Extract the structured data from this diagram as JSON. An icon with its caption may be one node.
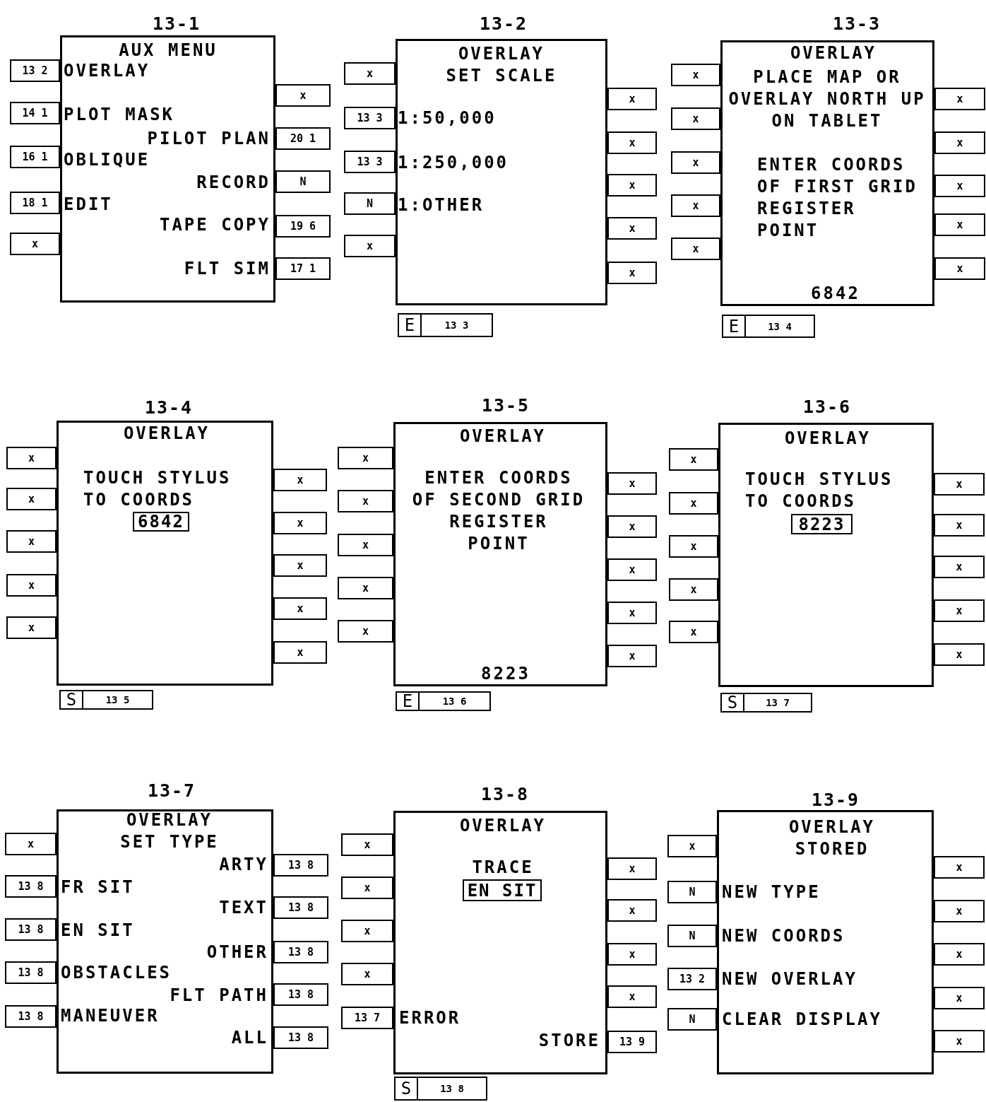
{
  "diagram": {
    "nodes": [
      {
        "text": [
          "13-1",
          "AUX MENU",
          "OVERLAY",
          "PLOT MASK",
          "PILOT PLAN",
          "OBLIQUE",
          "RECORD",
          "EDIT",
          "TAPE COPY",
          "FLT SIM"
        ]
      },
      {
        "text": [
          "13 2"
        ]
      },
      {
        "text": [
          "14 1"
        ]
      },
      {
        "text": [
          "16 1"
        ]
      },
      {
        "text": [
          "18 1"
        ]
      },
      {
        "text": [
          "x"
        ]
      },
      {
        "text": [
          "x"
        ]
      },
      {
        "text": [
          "20 1"
        ]
      },
      {
        "text": [
          "N"
        ]
      },
      {
        "text": [
          "19 6"
        ]
      },
      {
        "text": [
          "17 1"
        ]
      },
      {
        "text": [
          "13-2",
          "OVERLAY SET SCALE",
          "1:50,000",
          "1:250,000",
          "1:OTHER"
        ]
      },
      {
        "text": [
          "x"
        ]
      },
      {
        "text": [
          "13 3"
        ]
      },
      {
        "text": [
          "13 3"
        ]
      },
      {
        "text": [
          "N"
        ]
      },
      {
        "text": [
          "x"
        ]
      },
      {
        "text": [
          "x"
        ]
      },
      {
        "text": [
          "x"
        ]
      },
      {
        "text": [
          "x"
        ]
      },
      {
        "text": [
          "x"
        ]
      },
      {
        "text": [
          "x"
        ]
      },
      {
        "text": [
          "E",
          "13 3"
        ]
      },
      {
        "text": [
          "13-3",
          "OVERLAY",
          "PLACE MAP OR OVERLAY NORTH UP ON TABLET",
          "ENTER COORDS OF FIRST GRID REGISTER POINT",
          "6842"
        ]
      },
      {
        "text": [
          "x"
        ]
      },
      {
        "text": [
          "x"
        ]
      },
      {
        "text": [
          "x"
        ]
      },
      {
        "text": [
          "x"
        ]
      },
      {
        "text": [
          "x"
        ]
      },
      {
        "text": [
          "x"
        ]
      },
      {
        "text": [
          "x"
        ]
      },
      {
        "text": [
          "x"
        ]
      },
      {
        "text": [
          "x"
        ]
      },
      {
        "text": [
          "x"
        ]
      },
      {
        "text": [
          "E",
          "13 4"
        ]
      },
      {
        "text": [
          "13-4",
          "OVERLAY",
          "TOUCH STYLUS TO COORDS"
        ]
      },
      {
        "text": [
          "6842"
        ],
        "in": 35
      },
      {
        "text": [
          "x"
        ]
      },
      {
        "text": [
          "x"
        ]
      },
      {
        "text": [
          "x"
        ]
      },
      {
        "text": [
          "x"
        ]
      },
      {
        "text": [
          "x"
        ]
      },
      {
        "text": [
          "x"
        ]
      },
      {
        "text": [
          "x"
        ]
      },
      {
        "text": [
          "x"
        ]
      },
      {
        "text": [
          "x"
        ]
      },
      {
        "text": [
          "x"
        ]
      },
      {
        "text": [
          "S",
          "13 5"
        ]
      },
      {
        "text": [
          "13-5",
          "OVERLAY",
          "ENTER COORDS OF SECOND GRID REGISTER POINT",
          "8223"
        ]
      },
      {
        "text": [
          "x"
        ]
      },
      {
        "text": [
          "x"
        ]
      },
      {
        "text": [
          "x"
        ]
      },
      {
        "text": [
          "x"
        ]
      },
      {
        "text": [
          "x"
        ]
      },
      {
        "text": [
          "x"
        ]
      },
      {
        "text": [
          "x"
        ]
      },
      {
        "text": [
          "x"
        ]
      },
      {
        "text": [
          "x"
        ]
      },
      {
        "text": [
          "x"
        ]
      },
      {
        "text": [
          "E",
          "13 6"
        ]
      },
      {
        "text": [
          "13-6",
          "OVERLAY",
          "TOUCH STYLUS TO COORDS"
        ]
      },
      {
        "text": [
          "8223"
        ],
        "in": 60
      },
      {
        "text": [
          "x"
        ]
      },
      {
        "text": [
          "x"
        ]
      },
      {
        "text": [
          "x"
        ]
      },
      {
        "text": [
          "x"
        ]
      },
      {
        "text": [
          "x"
        ]
      },
      {
        "text": [
          "x"
        ]
      },
      {
        "text": [
          "x"
        ]
      },
      {
        "text": [
          "x"
        ]
      },
      {
        "text": [
          "x"
        ]
      },
      {
        "text": [
          "x"
        ]
      },
      {
        "text": [
          "S",
          "13 7"
        ]
      },
      {
        "text": [
          "13-7",
          "OVERLAY SET TYPE",
          "ARTY",
          "FR SIT",
          "TEXT",
          "EN SIT",
          "OTHER",
          "OBSTACLES",
          "FLT PATH",
          "MANEUVER",
          "ALL"
        ]
      },
      {
        "text": [
          "x"
        ]
      },
      {
        "text": [
          "13 8"
        ]
      },
      {
        "text": [
          "13 8"
        ]
      },
      {
        "text": [
          "13 8"
        ]
      },
      {
        "text": [
          "13 8"
        ]
      },
      {
        "text": [
          "13 8"
        ]
      },
      {
        "text": [
          "13 8"
        ]
      },
      {
        "text": [
          "13 8"
        ]
      },
      {
        "text": [
          "13 8"
        ]
      },
      {
        "text": [
          "13 8"
        ]
      },
      {
        "text": [
          "13-8",
          "OVERLAY",
          "TRACE",
          "ERROR",
          "STORE"
        ]
      },
      {
        "text": [
          "EN SIT"
        ],
        "in": 84
      },
      {
        "text": [
          "x"
        ]
      },
      {
        "text": [
          "x"
        ]
      },
      {
        "text": [
          "x"
        ]
      },
      {
        "text": [
          "x"
        ]
      },
      {
        "text": [
          "13 7"
        ]
      },
      {
        "text": [
          "x"
        ]
      },
      {
        "text": [
          "x"
        ]
      },
      {
        "text": [
          "x"
        ]
      },
      {
        "text": [
          "x"
        ]
      },
      {
        "text": [
          "13 9"
        ]
      },
      {
        "text": [
          "S",
          "13 8"
        ]
      },
      {
        "text": [
          "13-9",
          "OVERLAY STORED",
          "NEW TYPE",
          "NEW COORDS",
          "NEW OVERLAY",
          "CLEAR DISPLAY"
        ]
      },
      {
        "text": [
          "x"
        ]
      },
      {
        "text": [
          "N"
        ]
      },
      {
        "text": [
          "N"
        ]
      },
      {
        "text": [
          "13 2"
        ]
      },
      {
        "text": [
          "N"
        ]
      },
      {
        "text": [
          "x"
        ]
      },
      {
        "text": [
          "x"
        ]
      },
      {
        "text": [
          "x"
        ]
      },
      {
        "text": [
          "x"
        ]
      },
      {
        "text": [
          "x"
        ]
      }
    ]
  }
}
